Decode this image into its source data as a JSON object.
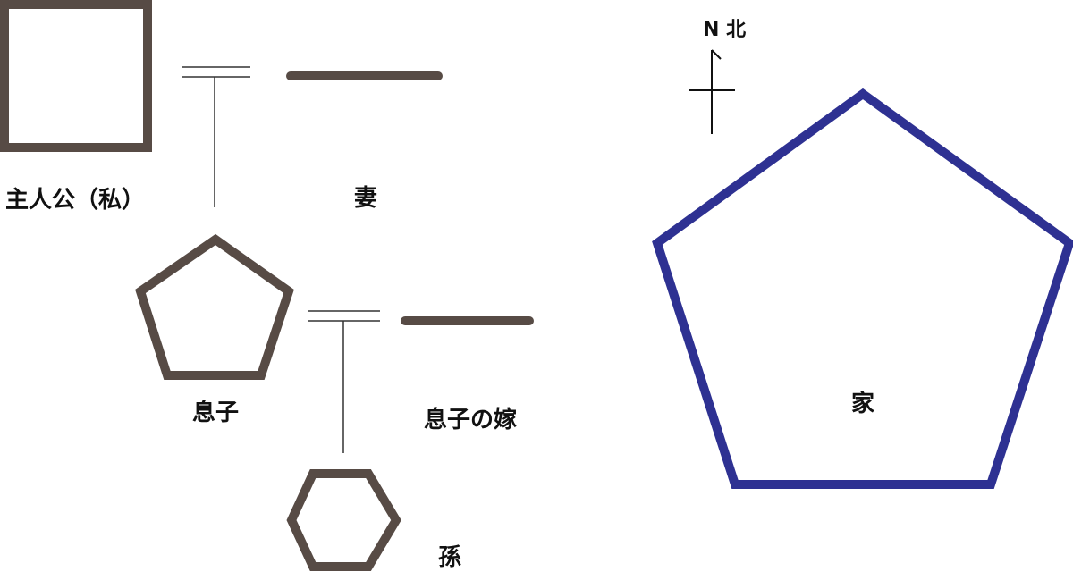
{
  "colors": {
    "family": "#574B45",
    "house": "#2E3192",
    "thin_line": "#333333",
    "text": "#111111",
    "background": "#FFFFFF"
  },
  "people": {
    "protagonist": {
      "label": "主人公（私）",
      "shape": "square"
    },
    "wife": {
      "label": "妻",
      "shape": "line"
    },
    "son": {
      "label": "息子",
      "shape": "pentagon"
    },
    "son_wife": {
      "label": "息子の嫁",
      "shape": "line"
    },
    "grandchild": {
      "label": "孫",
      "shape": "hexagon"
    }
  },
  "house": {
    "label": "家",
    "shape": "pentagon"
  },
  "north": {
    "label": "N 北"
  },
  "icons": [
    "north-arrow-icon"
  ]
}
